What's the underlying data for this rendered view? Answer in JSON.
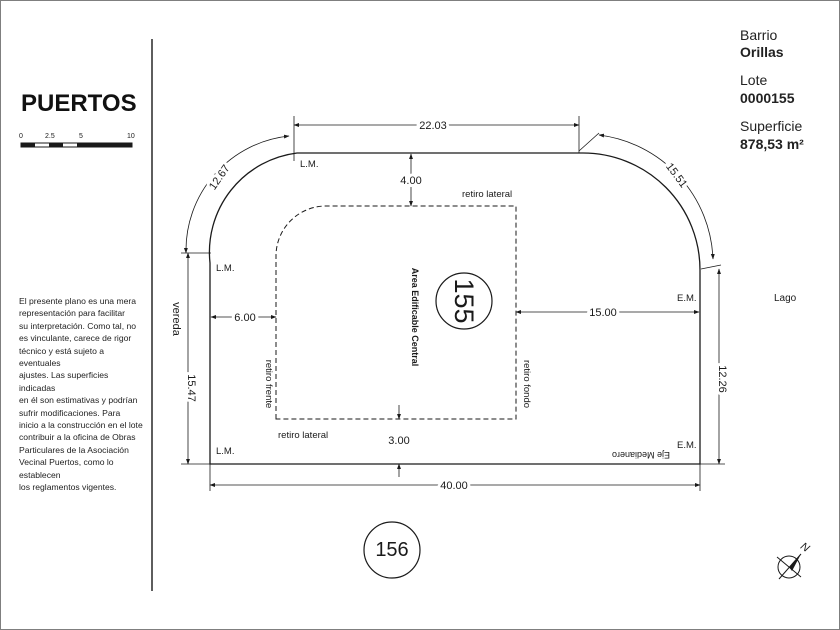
{
  "title": "PUERTOS",
  "scale": {
    "ticks": [
      "0",
      "2.5",
      "5",
      "10"
    ]
  },
  "disclaimer": "El presente plano es una mera\nrepresentación para facilitar\nsu interpretación. Como tal, no\nes vinculante, carece de rigor\ntécnico y está sujeto a eventuales\najustes. Las superficies indicadas\nen él son estimativas y podrían\nsufrir modificaciones. Para\ninicio a la construcción en el lote\ncontribuir a la oficina de Obras\nParticulares de la Asociación\nVecinal Puertos, como lo establecen\nlos reglamentos vigentes.",
  "info": {
    "barrio_label": "Barrio",
    "barrio_value": "Orillas",
    "lote_label": "Lote",
    "lote_value": "0000155",
    "superficie_label": "Superficie",
    "superficie_value": "878,53 m²"
  },
  "dimensions": {
    "top": "22.03",
    "arc_left": "12.67",
    "arc_right": "15.51",
    "front_setback": "4.00",
    "side_left": "6.00",
    "side_right": "15.00",
    "back_setback": "3.00",
    "left_side": "15.47",
    "right_side": "12.26",
    "bottom": "40.00"
  },
  "labels": {
    "lm_top": "L.M.",
    "lm_left": "L.M.",
    "lm_bottom": "L.M.",
    "em_right": "E.M.",
    "em_bottom": "E.M.",
    "retiro_lateral_top": "retiro lateral",
    "retiro_lateral_bottom": "retiro lateral",
    "retiro_frente": "retiro frente",
    "retiro_fondo": "retiro fondo",
    "area_edificable": "Area Edificable Central",
    "eje_medianero": "Eje Medianero",
    "vereda": "vereda",
    "lago": "Lago",
    "lot_number": "155",
    "neighbor_lot": "156",
    "north": "N"
  }
}
